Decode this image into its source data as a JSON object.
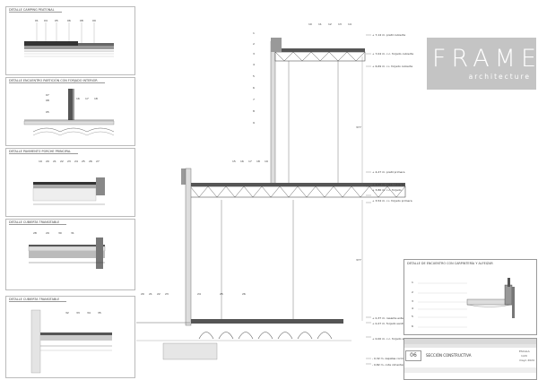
{
  "panels": [
    {
      "title": "DETALLE CAMPING PEATONAL",
      "labels": [
        "01",
        "04",
        "05",
        "06",
        "08",
        "09"
      ]
    },
    {
      "title": "DETALLE ENCUENTRO PARTICIÓN CON FORJADO INTERIOR",
      "labels": [
        "07",
        "08",
        "16",
        "17",
        "18",
        "05"
      ]
    },
    {
      "title": "DETALLE PAVIMENTO PORCHE PRINCIPAL",
      "labels": [
        "19",
        "20",
        "21",
        "22",
        "23",
        "24",
        "25",
        "26",
        "27"
      ]
    },
    {
      "title": "DETALLE CUBIERTA TRANSITABLE",
      "labels": [
        "28",
        "29",
        "30",
        "31"
      ]
    },
    {
      "title": "DETALLE CUBIERTA TRANSITABLE",
      "labels": [
        "32",
        "33",
        "34",
        "35"
      ]
    }
  ],
  "section": {
    "level_labels": [
      "+ 7,14 m. pretil cubierta",
      "+ 7,04 m. c.c. forjado cubierta",
      "+ 6,69 m. c.i. forjado cubierta",
      "+ 4,27 m. pretil primera",
      "+ 4,05 m. cota cubierta",
      "+ 3,86 m. c.c. forjado",
      "+ 3,54 m. c.i. forjado primera",
      "+ 0,37 m. rasante exterior",
      "+ 0,27 m. forjado sanitario",
      "+ 0,00 m. c.c. forjado sanitario",
      "- 0,32 m. zapatas corrida",
      "- 0,82 m. cota cimentación"
    ],
    "dims": [
      "377",
      "377"
    ],
    "top_labels": [
      "10",
      "11",
      "12",
      "13",
      "14"
    ],
    "upper_left_labels": [
      "1",
      "2",
      "3",
      "4",
      "5",
      "6",
      "7",
      "8",
      "9"
    ],
    "mid_labels": [
      "15",
      "16",
      "17",
      "18",
      "19"
    ],
    "bottom_labels": [
      "20",
      "21",
      "22",
      "23",
      "24",
      "25",
      "26"
    ]
  },
  "logo": {
    "main": "FRAME",
    "sub": "architecture"
  },
  "detail": {
    "title": "DETALLE DE ENCUENTRO CON CARPINTERÍA Y ALFEIZAR",
    "labels": [
      "1",
      "2",
      "3",
      "4",
      "5",
      "6"
    ]
  },
  "titleblock": {
    "number": "06",
    "title": "SECCIÓN CONSTRUCTIVA",
    "scale_label": "ESCALA",
    "scale_value": "1/20",
    "date": "mayo 2024"
  }
}
